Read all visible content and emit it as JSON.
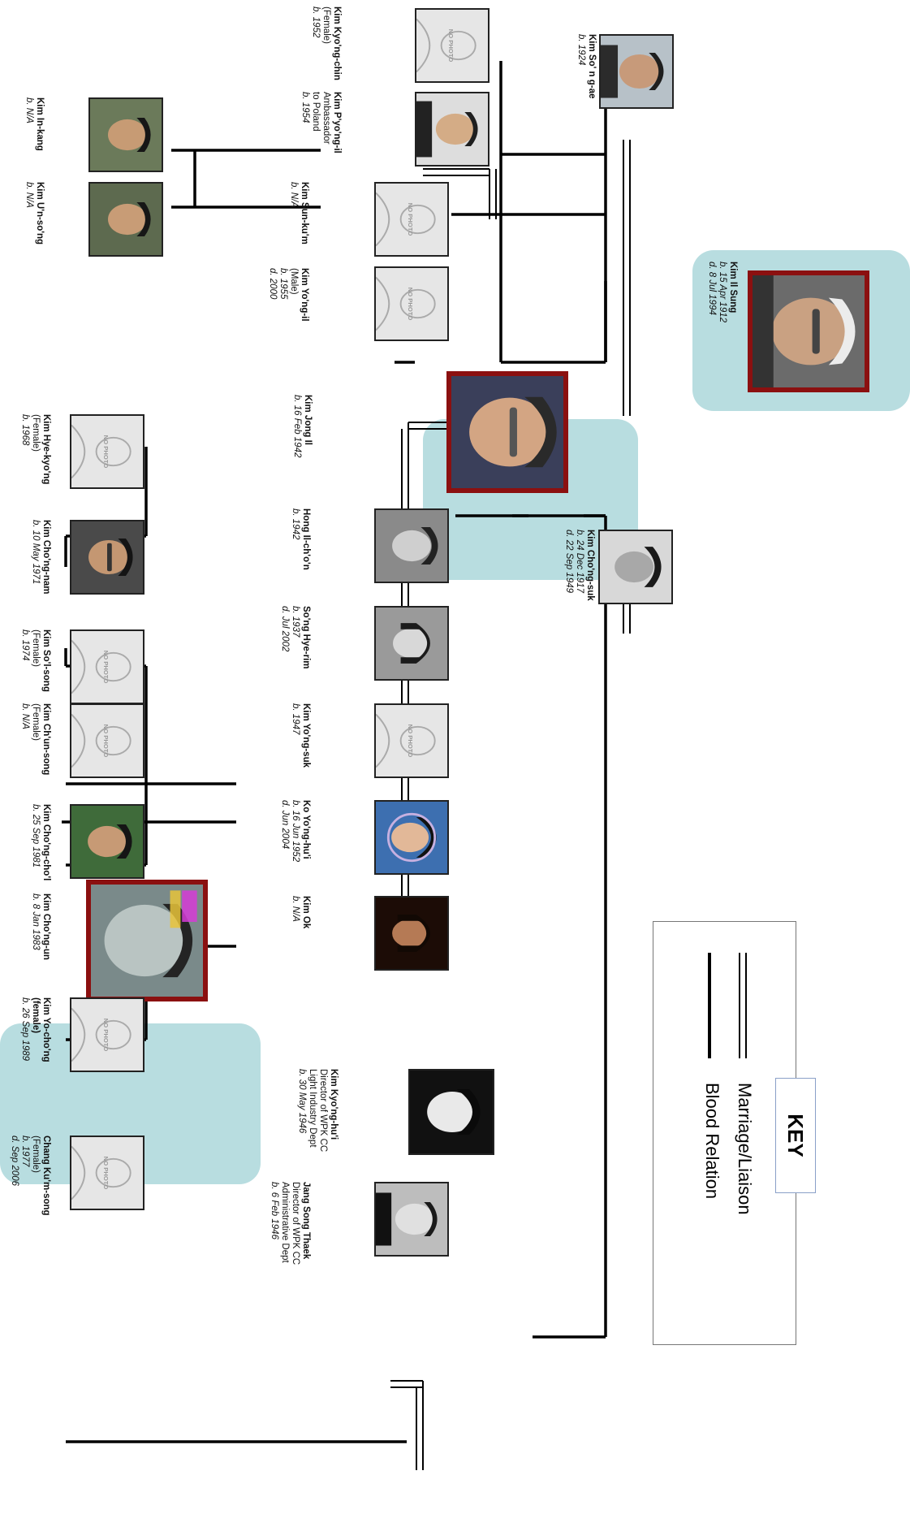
{
  "key": {
    "title": "KEY",
    "marriage_label": "Marriage/Liaison",
    "blood_label": "Blood Relation"
  },
  "photo_placeholder_text": "NO PHOTO",
  "people": {
    "kim_so_ng_ae": {
      "name": "Kim So' n g-ae",
      "lines": [
        "b. 1924"
      ]
    },
    "kim_il_sung": {
      "name": "Kim Il Sung",
      "lines": [
        "b. 15 Apr 1912",
        "d. 8 Jul 1994"
      ]
    },
    "kim_cho_ng_suk": {
      "name": "Kim Cho'ng-suk",
      "lines": [
        "b. 24 Dec 1917",
        "d. 22 Sep 1949"
      ]
    },
    "kim_kyo_ng_chin": {
      "name": "Kim Kyo'ng-chin",
      "lines": [
        "(Female)",
        "b. 1952"
      ]
    },
    "kim_p_yo_ng_il": {
      "name": "Kim P'yo'ng-il",
      "lines": [
        "Ambassador",
        "to Poland",
        "b. 1954"
      ]
    },
    "kim_sun_ku_m": {
      "name": "Kim Sun-ku'm",
      "lines": [
        "b. N/A"
      ]
    },
    "kim_yo_ng_il": {
      "name": "Kim Yo'ng-il",
      "lines": [
        "(Male)",
        "b. 1955",
        "d. 2000"
      ]
    },
    "kim_in_kang": {
      "name": "Kim In-kang",
      "lines": [
        "b. N/A"
      ]
    },
    "kim_u_n_so_ng": {
      "name": "Kim U'n-so'ng",
      "lines": [
        "b. N/A"
      ]
    },
    "kim_jong_il": {
      "name": "Kim Jong Il",
      "lines": [
        "b. 16 Feb 1942"
      ]
    },
    "hong_il_ch_o_n": {
      "name": "Hong Il-ch'o'n",
      "lines": [
        "b. 1942"
      ]
    },
    "so_ng_hye_rim": {
      "name": "So'ng Hye-rim",
      "lines": [
        "b. 1937",
        "d. Jul 2002"
      ]
    },
    "kim_yo_ng_suk": {
      "name": "Kim Yo'ng-suk",
      "lines": [
        "b. 1947"
      ]
    },
    "ko_yo_ng_hu_i": {
      "name": "Ko Yo'ng-hu'i",
      "lines": [
        "b. 16 Jun 1952",
        "d. Jun 2004"
      ]
    },
    "kim_ok": {
      "name": "Kim Ok",
      "lines": [
        "b. N/A"
      ]
    },
    "kim_hye_kyo_ng": {
      "name": "Kim Hye-kyo'ng",
      "lines": [
        "(Female)",
        "b. 1968"
      ]
    },
    "kim_cho_ng_nam": {
      "name": "Kim Cho'ng-nam",
      "lines": [
        "b. 10 May 1971"
      ]
    },
    "kim_so_l_song": {
      "name": "Kim So'l-song",
      "lines": [
        "(Female)",
        "b. 1974"
      ]
    },
    "kim_ch_un_song": {
      "name": "Kim Ch'un-song",
      "lines": [
        "(Female)",
        "b. N/A"
      ]
    },
    "kim_cho_ng_cho_l": {
      "name": "Kim Cho'ng-cho'l",
      "lines": [
        "b. 25 Sep 1981"
      ]
    },
    "kim_cho_ng_un": {
      "name": "Kim Cho'ng-un",
      "lines": [
        "b. 8 Jan 1983"
      ]
    },
    "kim_yo_cho_ng": {
      "name": "Kim Yo-cho'ng",
      "lines": [
        "(female)",
        "b. 26 Sep 1989"
      ]
    },
    "kim_kyo_ng_hu_i": {
      "name": "Kim Kyo'ng-hu'i",
      "lines": [
        "Director of WPK CC",
        "Light Industry Dept",
        "b. 30 May 1946"
      ]
    },
    "jang_song_thaek": {
      "name": "Jang Song Thaek",
      "lines": [
        "Director of WPK CC",
        "Administrative Dept",
        "b. 6 Feb 1946"
      ]
    },
    "chang_ku_m_song": {
      "name": "Chang Ku'm-song",
      "lines": [
        "(Female)",
        "b. 1977",
        "d. Sep 2006"
      ]
    }
  }
}
